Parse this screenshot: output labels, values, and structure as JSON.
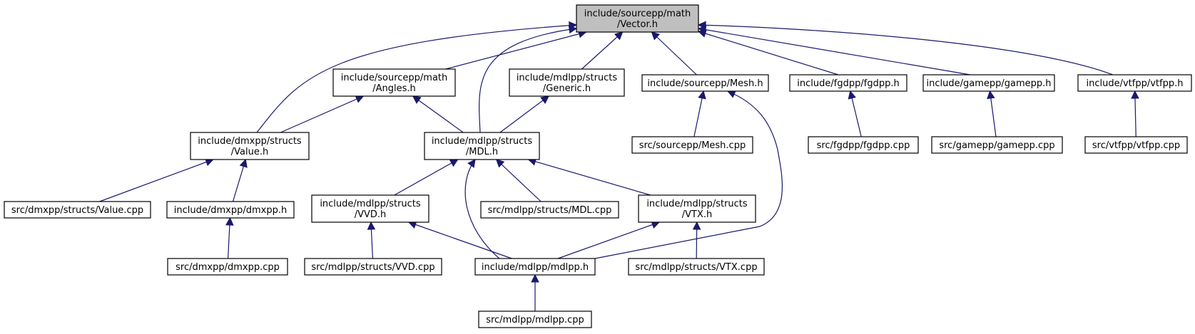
{
  "diagram": {
    "title": "",
    "colors": {
      "edge": "#191970",
      "root_fill": "#bfbfbf",
      "node_fill": "#ffffff",
      "node_border": "#000000"
    },
    "nodes": [
      {
        "id": "vector_h",
        "label": [
          "include/sourcepp/math",
          "/Vector.h"
        ],
        "root": true
      },
      {
        "id": "angles_h",
        "label": [
          "include/sourcepp/math",
          "/Angles.h"
        ]
      },
      {
        "id": "generic_h",
        "label": [
          "include/mdlpp/structs",
          "/Generic.h"
        ]
      },
      {
        "id": "mesh_h",
        "label": [
          "include/sourcepp/Mesh.h"
        ]
      },
      {
        "id": "fgdpp_h",
        "label": [
          "include/fgdpp/fgdpp.h"
        ]
      },
      {
        "id": "gamepp_h",
        "label": [
          "include/gamepp/gamepp.h"
        ]
      },
      {
        "id": "vtfpp_h",
        "label": [
          "include/vtfpp/vtfpp.h"
        ]
      },
      {
        "id": "value_h",
        "label": [
          "include/dmxpp/structs",
          "/Value.h"
        ]
      },
      {
        "id": "mdl_h",
        "label": [
          "include/mdlpp/structs",
          "/MDL.h"
        ]
      },
      {
        "id": "mesh_cpp",
        "label": [
          "src/sourcepp/Mesh.cpp"
        ]
      },
      {
        "id": "fgdpp_cpp",
        "label": [
          "src/fgdpp/fgdpp.cpp"
        ]
      },
      {
        "id": "gamepp_cpp",
        "label": [
          "src/gamepp/gamepp.cpp"
        ]
      },
      {
        "id": "vtfpp_cpp",
        "label": [
          "src/vtfpp/vtfpp.cpp"
        ]
      },
      {
        "id": "value_cpp",
        "label": [
          "src/dmxpp/structs/Value.cpp"
        ]
      },
      {
        "id": "dmxpp_h",
        "label": [
          "include/dmxpp/dmxpp.h"
        ]
      },
      {
        "id": "vvd_h",
        "label": [
          "include/mdlpp/structs",
          "/VVD.h"
        ]
      },
      {
        "id": "mdl_cpp",
        "label": [
          "src/mdlpp/structs/MDL.cpp"
        ]
      },
      {
        "id": "vtx_h",
        "label": [
          "include/mdlpp/structs",
          "/VTX.h"
        ]
      },
      {
        "id": "dmxpp_cpp",
        "label": [
          "src/dmxpp/dmxpp.cpp"
        ]
      },
      {
        "id": "vvd_cpp",
        "label": [
          "src/mdlpp/structs/VVD.cpp"
        ]
      },
      {
        "id": "mdlpp_h",
        "label": [
          "include/mdlpp/mdlpp.h"
        ]
      },
      {
        "id": "vtx_cpp",
        "label": [
          "src/mdlpp/structs/VTX.cpp"
        ]
      },
      {
        "id": "mdlpp_cpp",
        "label": [
          "src/mdlpp/mdlpp.cpp"
        ]
      }
    ],
    "edges": [
      {
        "from": "value_h",
        "to": "vector_h"
      },
      {
        "from": "angles_h",
        "to": "vector_h"
      },
      {
        "from": "mdl_h",
        "to": "vector_h"
      },
      {
        "from": "generic_h",
        "to": "vector_h"
      },
      {
        "from": "mesh_h",
        "to": "vector_h"
      },
      {
        "from": "fgdpp_h",
        "to": "vector_h"
      },
      {
        "from": "gamepp_h",
        "to": "vector_h"
      },
      {
        "from": "vtfpp_h",
        "to": "vector_h"
      },
      {
        "from": "value_h",
        "to": "angles_h"
      },
      {
        "from": "mdl_h",
        "to": "angles_h"
      },
      {
        "from": "mdl_h",
        "to": "generic_h"
      },
      {
        "from": "mesh_cpp",
        "to": "mesh_h"
      },
      {
        "from": "mdlpp_h",
        "to": "mesh_h"
      },
      {
        "from": "fgdpp_cpp",
        "to": "fgdpp_h"
      },
      {
        "from": "gamepp_cpp",
        "to": "gamepp_h"
      },
      {
        "from": "vtfpp_cpp",
        "to": "vtfpp_h"
      },
      {
        "from": "value_cpp",
        "to": "value_h"
      },
      {
        "from": "dmxpp_h",
        "to": "value_h"
      },
      {
        "from": "dmxpp_cpp",
        "to": "dmxpp_h"
      },
      {
        "from": "vvd_h",
        "to": "mdl_h"
      },
      {
        "from": "mdl_cpp",
        "to": "mdl_h"
      },
      {
        "from": "vtx_h",
        "to": "mdl_h"
      },
      {
        "from": "mdlpp_h",
        "to": "mdl_h"
      },
      {
        "from": "vvd_cpp",
        "to": "vvd_h"
      },
      {
        "from": "mdlpp_h",
        "to": "vvd_h"
      },
      {
        "from": "mdlpp_h",
        "to": "vtx_h"
      },
      {
        "from": "vtx_cpp",
        "to": "vtx_h"
      },
      {
        "from": "mdlpp_cpp",
        "to": "mdlpp_h"
      }
    ]
  }
}
